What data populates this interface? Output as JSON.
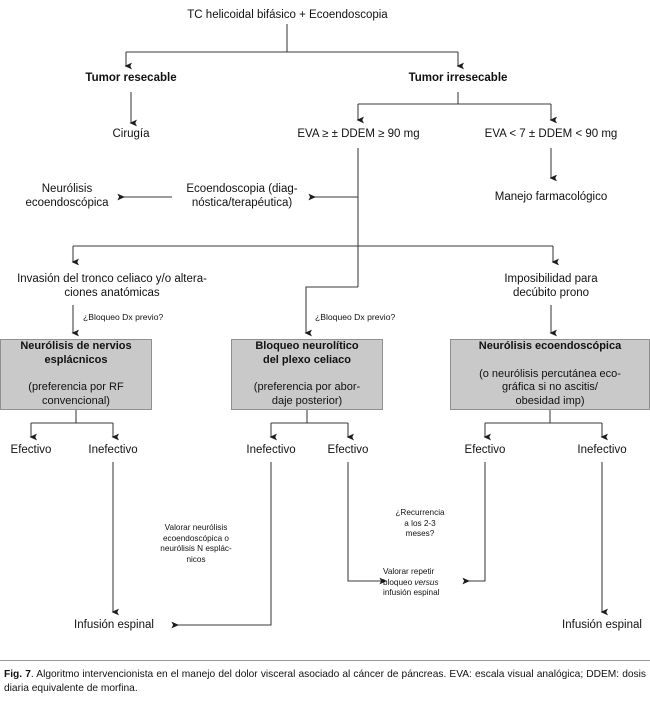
{
  "figure": {
    "caption_label": "Fig. 7",
    "caption_text": ". Algoritmo intervencionista en el manejo del dolor visceral asociado al cáncer de páncreas. EVA: escala visual analógica; DDEM: dosis diaria equivalente de morfina."
  },
  "colors": {
    "box_fill": "#c9c9c9",
    "box_border": "#8f8f8f",
    "line": "#3a3a3a",
    "text": "#111111"
  },
  "nodes": {
    "root": "TC helicoidal bifásico + Ecoendoscopia",
    "tumor_resecable": "Tumor resecable",
    "tumor_irresecable": "Tumor irresecable",
    "cirugia": "Cirugía",
    "eva_high": "EVA ≥ ± DDEM ≥ 90 mg",
    "eva_low": "EVA < 7 ± DDEM < 90 mg",
    "neurolisis_ecoendoscopica": "Neurólisis\necoendoscópica",
    "ecoendoscopia_diag": "Ecoendoscopia (diag-\nnóstica/terapéutica)",
    "manejo_farmacologico": "Manejo farmacológico",
    "invasion_tronco": "Invasión del tronco celiaco y/o altera-\nciones anatómicas",
    "imposibilidad_decubito": "Imposibilidad para\ndecúbito prono",
    "bloqueo_dx_previo_left": "¿Bloqueo Dx previo?",
    "bloqueo_dx_previo_mid": "¿Bloqueo Dx previo?"
  },
  "boxes": [
    {
      "id": "box-neurolisis-esplacnicos",
      "head": "Neurólisis de nervios\nesplácnicos",
      "body": "(preferencia por RF\nconvencional)"
    },
    {
      "id": "box-bloqueo-plexo-celiaco",
      "head": "Bloqueo neurolítico\ndel plexo celiaco",
      "body": "(preferencia por abor-\ndaje posterior)"
    },
    {
      "id": "box-neurolisis-ecoendoscopica",
      "head": "Neurólisis ecoendoscópica",
      "body": "(o neurólisis percutánea eco-\ngráfica si no ascitis/\nobesidad imp)"
    }
  ],
  "outcomes": {
    "left_effective": "Efectivo",
    "left_ineffective": "Inefectivo",
    "mid_ineffective": "Inefectivo",
    "mid_effective": "Efectivo",
    "right_effective": "Efectivo",
    "right_ineffective": "Inefectivo"
  },
  "annotations": {
    "valorar_neurolisis": "Valorar neurólisis\necoendoscópica o\nneurólisis N esplác-\nnicos",
    "recurrencia": "¿Recurrencia\na los 2-3\nmeses?",
    "valorar_repetir_1": "Valorar repetir",
    "valorar_repetir_versus": "bloqueo ",
    "valorar_repetir_versus_em": "versus",
    "valorar_repetir_3": "infusión espinal"
  },
  "terminals": {
    "infusion_left": "Infusión espinal",
    "infusion_right": "Infusión espinal"
  }
}
